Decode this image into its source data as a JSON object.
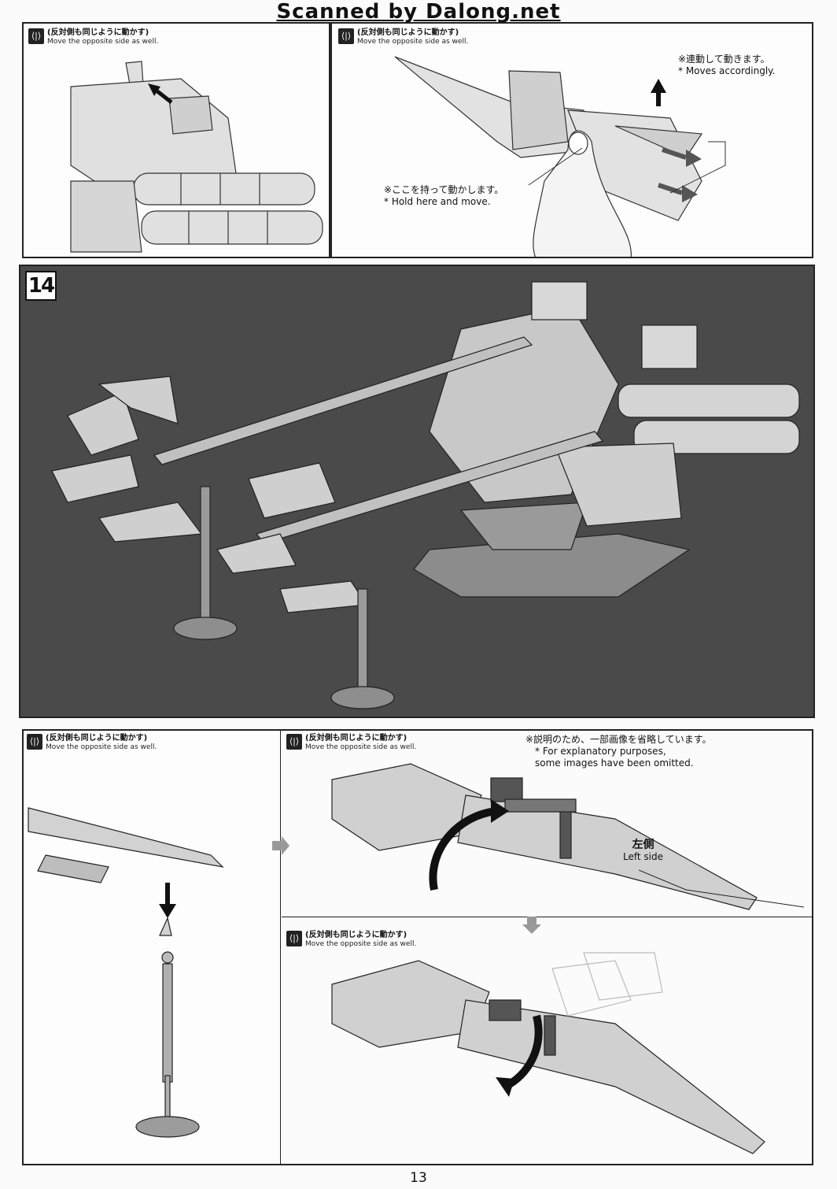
{
  "scan_credit": "Scanned by Dalong.net",
  "opposite_side": {
    "icon": "mirror-icon",
    "jp": "(反対側も同じように動かす)",
    "en": "Move the opposite side as well."
  },
  "top_right": {
    "moves_jp": "※連動して動きます。",
    "moves_en": "* Moves accordingly.",
    "hold_jp": "※ここを持って動かします。",
    "hold_en": "* Hold here and move."
  },
  "step14": {
    "number": "14"
  },
  "bottom_right": {
    "omit_jp": "※説明のため、一部画像を省略しています。",
    "omit_en_1": "* For explanatory purposes,",
    "omit_en_2": "some images have been omitted.",
    "left_side_jp": "左側",
    "left_side_en": "Left side"
  },
  "page_number": "13"
}
